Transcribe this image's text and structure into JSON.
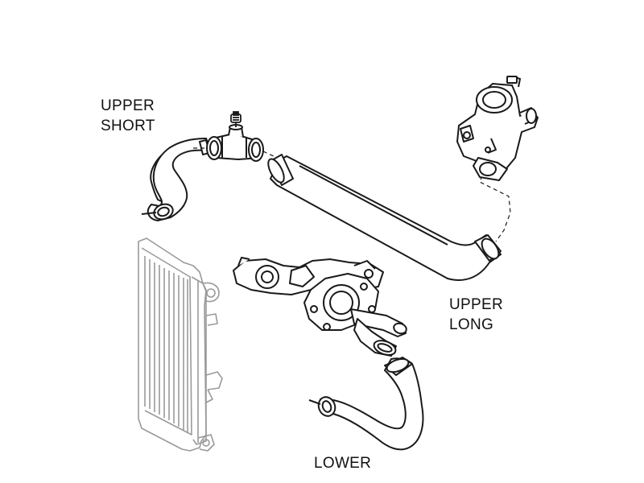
{
  "labels": {
    "upper_short": [
      "UPPER",
      "SHORT"
    ],
    "upper_long": [
      "UPPER",
      "LONG"
    ],
    "lower": [
      "LOWER"
    ]
  },
  "parts": [
    "upper-short-hose",
    "three-way-connector",
    "bleed-screw",
    "upper-long-hose",
    "thermostat-housing",
    "water-pump",
    "lower-hose",
    "radiator"
  ],
  "colors": {
    "line": "#1a1a1a",
    "radiator": "#9a9a9a",
    "fill": "#ffffff"
  }
}
